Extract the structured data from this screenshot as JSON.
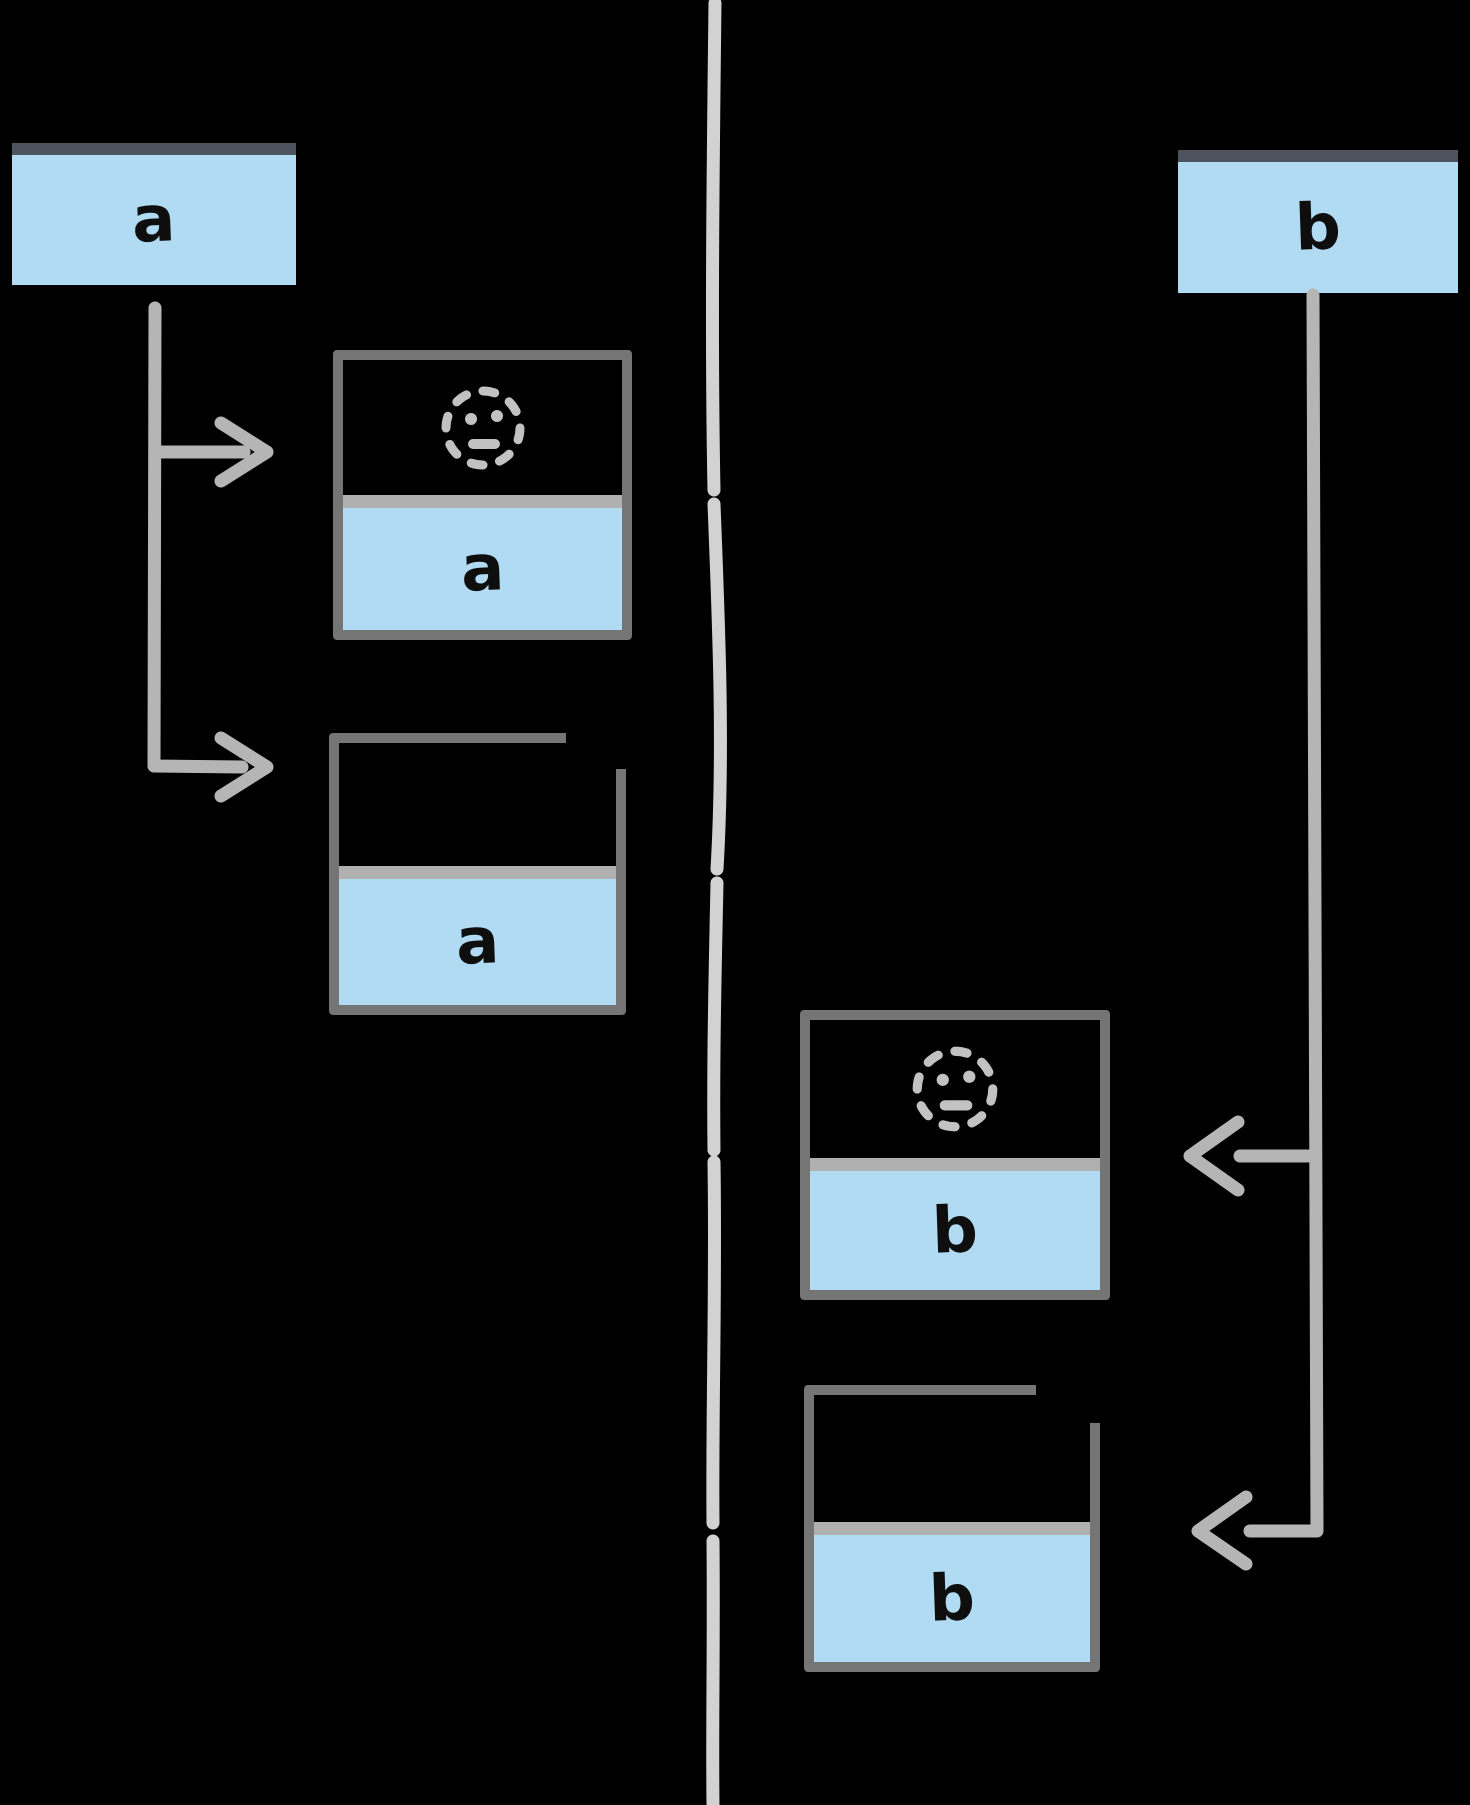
{
  "diagram": {
    "title": "thread-task-spawn-diagram",
    "threads": {
      "a": {
        "label": "a"
      },
      "b": {
        "label": "b"
      }
    },
    "left_tasks": [
      {
        "label": "a",
        "icon": "pending-dashed-face"
      },
      {
        "label": "a",
        "icon": "bell-notification"
      }
    ],
    "right_tasks": [
      {
        "label": "b",
        "icon": "pending-dashed-face"
      },
      {
        "label": "b",
        "icon": "bell-notification"
      }
    ],
    "colors": {
      "background": "#000000",
      "task_fill_blue": "#b0dbf3",
      "task_border_gray": "#757575",
      "divider_gray": "#b0b0b0",
      "header_bar_slate": "#4d5460",
      "connector_gray": "#b5b5b5",
      "timeline_gray": "#d2d2d2",
      "icon_gray": "#c2c2c2",
      "letter_black": "#0e0e0e"
    }
  }
}
